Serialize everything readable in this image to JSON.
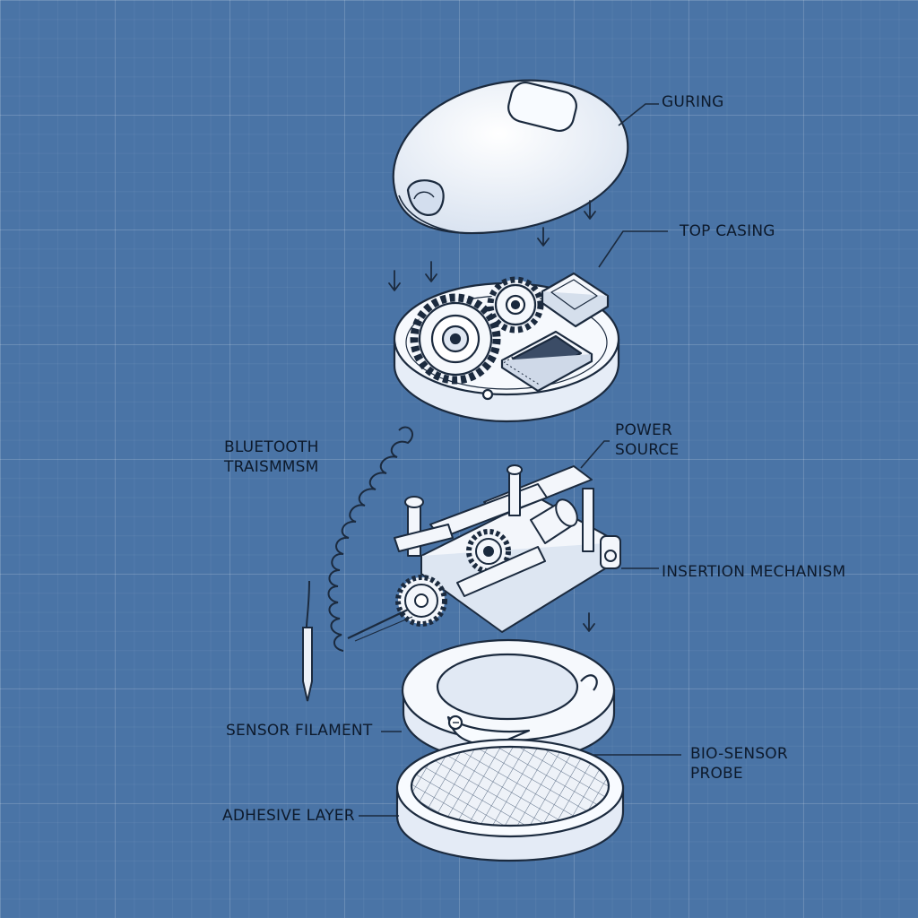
{
  "labels": {
    "guring": "GURING",
    "top_casing": "TOP CASING",
    "power_source_1": "POWER",
    "power_source_2": "SOURCE",
    "bluetooth_1": "BLUETOOTH",
    "bluetooth_2": "TRAISMMSM",
    "insertion": "INSERTION MECHANISM",
    "sensor_filament": "SENSOR FILAMENT",
    "bio_sensor_1": "BIO-SENSOR",
    "bio_sensor_2": "PROBE",
    "adhesive": "ADHESIVE LAYER"
  },
  "colors": {
    "background": "#4a74a6",
    "part_fill": "#f4f7fc",
    "line": "#1b2a3e",
    "label_text": "#0d1a2c"
  }
}
